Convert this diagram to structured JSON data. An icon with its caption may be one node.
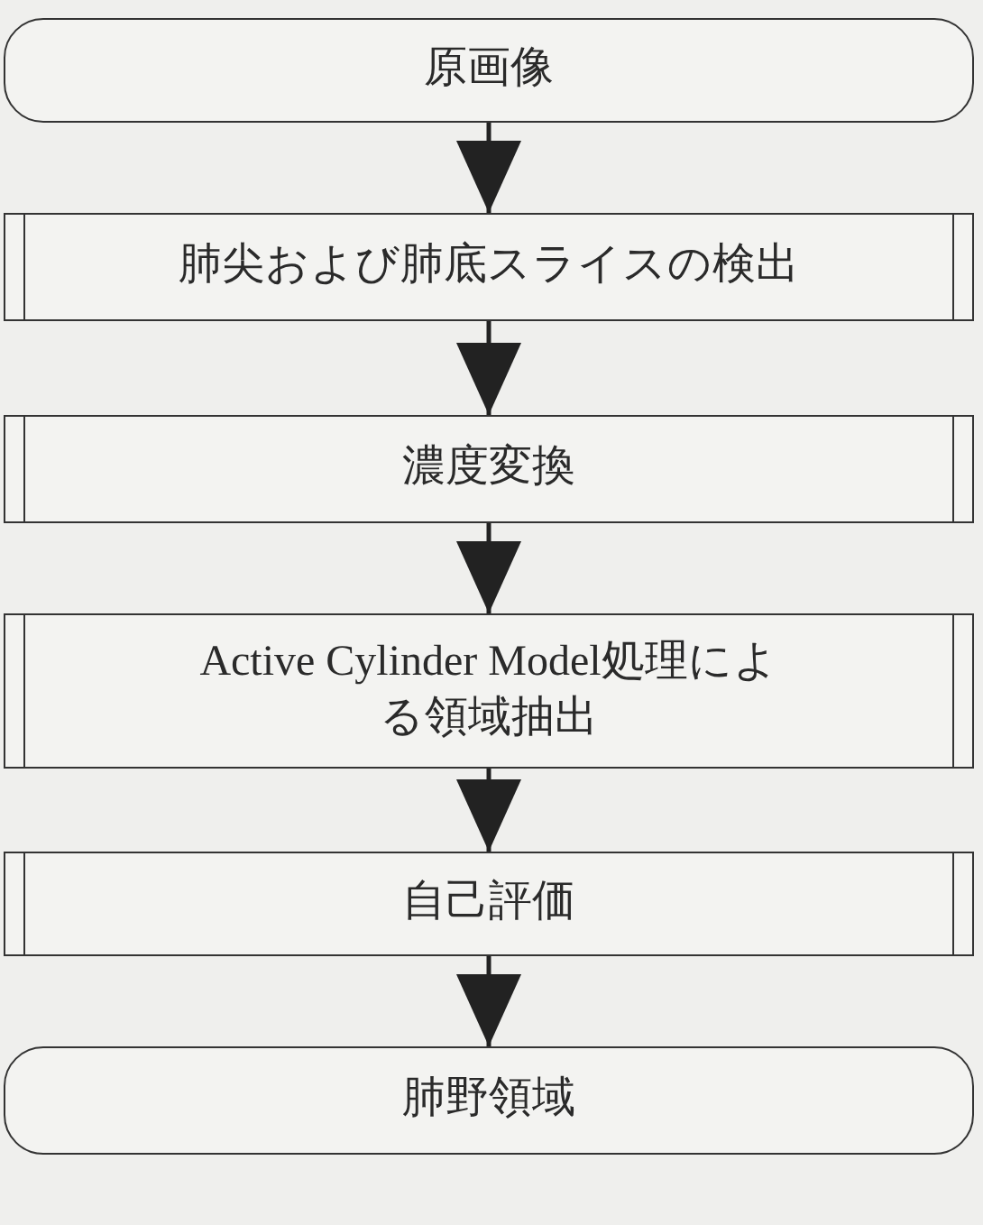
{
  "diagram": {
    "nodes": [
      {
        "text": [
          "原画像"
        ]
      },
      {
        "text": [
          "肺尖および肺底スライスの検出"
        ]
      },
      {
        "text": [
          "濃度変換"
        ]
      },
      {
        "text": [
          "Active Cylinder Model処理による領域抽出"
        ]
      },
      {
        "text": [
          "自己評価"
        ]
      },
      {
        "text": [
          "肺野領域"
        ]
      }
    ],
    "edges": [
      {
        "from": 0,
        "to": 1,
        "arrow": "to"
      },
      {
        "from": 1,
        "to": 2,
        "arrow": "to"
      },
      {
        "from": 2,
        "to": 3,
        "arrow": "to"
      },
      {
        "from": 3,
        "to": 4,
        "arrow": "to"
      },
      {
        "from": 4,
        "to": 5,
        "arrow": "to"
      }
    ]
  }
}
